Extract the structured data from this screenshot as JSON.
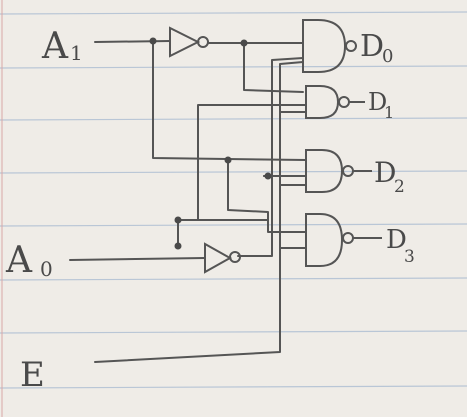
{
  "colors": {
    "paper": "#efece7",
    "rule_line": "#b9c6d6",
    "margin_line": "#d8a7a7",
    "ink": "#555555"
  },
  "labels": {
    "input_a1": "A",
    "input_a1_sub": "1",
    "input_a0": "A",
    "input_a0_sub": "0",
    "input_e": "E",
    "out_d0": "D",
    "out_d0_sub": "0",
    "out_d1": "D",
    "out_d1_sub": "1",
    "out_d2": "D",
    "out_d2_sub": "2",
    "out_d3": "D",
    "out_d3_sub": "3"
  }
}
